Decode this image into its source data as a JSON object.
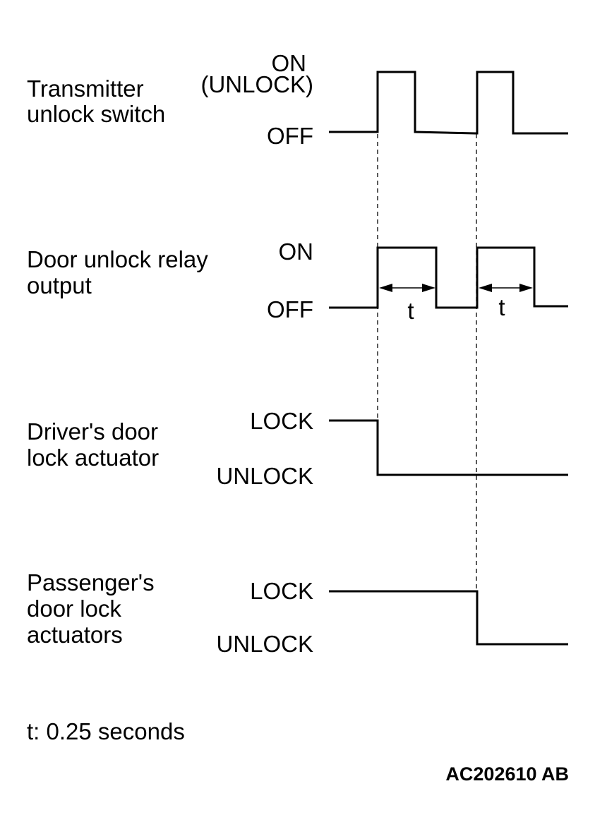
{
  "signals": [
    {
      "label_lines": [
        "Transmitter",
        "unlock switch"
      ],
      "high_lines": [
        "ON",
        "(UNLOCK)"
      ],
      "low_label": "OFF"
    },
    {
      "label_lines": [
        "Door unlock relay",
        "output"
      ],
      "high_lines": [
        "ON"
      ],
      "low_label": "OFF"
    },
    {
      "label_lines": [
        "Driver's door",
        "lock actuator"
      ],
      "high_lines": [
        "LOCK"
      ],
      "low_label": "UNLOCK"
    },
    {
      "label_lines": [
        "Passenger's",
        "door lock",
        "actuators"
      ],
      "high_lines": [
        "LOCK"
      ],
      "low_label": "UNLOCK"
    }
  ],
  "timing_markers": [
    "t",
    "t"
  ],
  "footnote": "t: 0.25 seconds",
  "figure_code": "AC202610 AB"
}
